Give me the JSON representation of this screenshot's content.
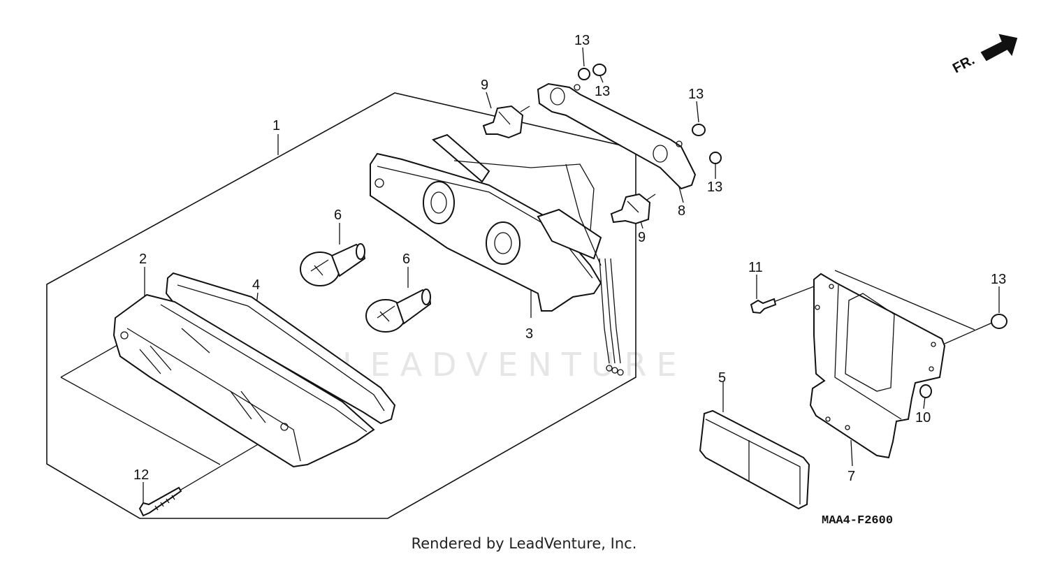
{
  "diagram": {
    "callouts": {
      "c1": "1",
      "c2": "2",
      "c3": "3",
      "c4": "4",
      "c5": "5",
      "c6a": "6",
      "c6b": "6",
      "c7": "7",
      "c8": "8",
      "c9a": "9",
      "c9b": "9",
      "c10": "10",
      "c11": "11",
      "c12": "12",
      "c13a": "13",
      "c13b": "13",
      "c13c": "13",
      "c13d": "13",
      "c13e": "13"
    },
    "direction_label": "FR.",
    "diagram_code": "MAA4-F2600",
    "watermark": "LEADVENTURE"
  },
  "footer": {
    "text": "Rendered by LeadVenture, Inc."
  }
}
